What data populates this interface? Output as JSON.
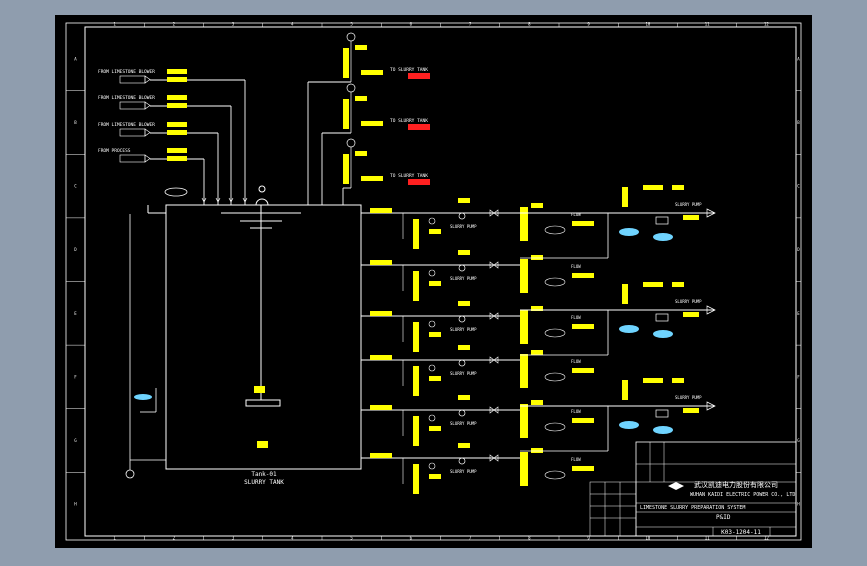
{
  "colors": {
    "background": "#8f9dae",
    "sheet": "#000000",
    "line": "#ffffff",
    "tag": "#ffff00",
    "alarm": "#ff2020",
    "instrument": "#6fd4ff"
  },
  "icons": [
    "valve-icon",
    "pump-icon",
    "instrument-bubble-icon",
    "arrow-icon"
  ],
  "border": {
    "top_numbers": [
      "1",
      "2",
      "3",
      "4",
      "5",
      "6",
      "7",
      "8",
      "9",
      "10",
      "11",
      "12"
    ],
    "side_letters": [
      "A",
      "B",
      "C",
      "D",
      "E",
      "F",
      "G",
      "H"
    ]
  },
  "tank": {
    "label_top": "Tank-01",
    "label_bottom": "SLURRY TANK"
  },
  "left_feeds": [
    {
      "label": "FROM LIMESTONE BLOWER"
    },
    {
      "label": "FROM LIMESTONE BLOWER"
    },
    {
      "label": "FROM LIMESTONE BLOWER"
    },
    {
      "label": "FROM PROCESS"
    }
  ],
  "top_feeds": [
    {
      "label": "TO SLURRY TANK"
    },
    {
      "label": "TO SLURRY TANK"
    },
    {
      "label": "TO SLURRY TANK"
    }
  ],
  "branch_label": "SLURRY PUMP",
  "right_label": "FLOW",
  "title_block": {
    "company_cn": "武汉凯迪电力股份有限公司",
    "company_en": "WUHAN KAIDI ELECTRIC POWER CO., LTD",
    "project": "LIMESTONE SLURRY PREPARATION SYSTEM",
    "drawing": "P&ID",
    "drawing_no": "K03-1204-11"
  }
}
